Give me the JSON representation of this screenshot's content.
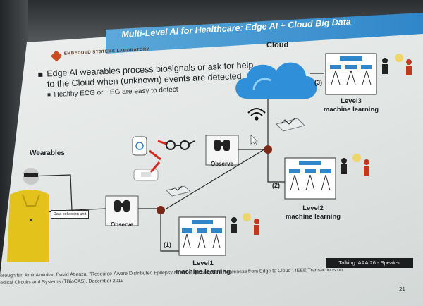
{
  "slide": {
    "title": "Multi-Level AI for Healthcare: Edge AI + Cloud Big Data",
    "logo_text": "EMBEDDED SYSTEMS LABORATORY",
    "bullet_main_line1": "Edge AI wearables process biosignals or ask for help",
    "bullet_main_line2": "to the Cloud when (unknown) events are detected",
    "bullet_sub": "Healthy ECG or EEG are easy to detect",
    "cloud_label": "Cloud",
    "wearables_label": "Wearables",
    "data_collection_label": "Data collection unit",
    "observe_label_1": "Observe",
    "observe_label_2": "Observe",
    "level1": {
      "num": "(1)",
      "line1": "Level1",
      "line2": "machine learning"
    },
    "level2": {
      "num": "(2)",
      "line1": "Level2",
      "line2": "machine learning"
    },
    "level3": {
      "num": "(3)",
      "line1": "Level3",
      "line2": "machine learning"
    },
    "talking_badge": "Talking: AAAI26 - Speaker",
    "footer_line1": "oroughifar, Amir Aminifar, David Atienza, \"Resource-Aware Distributed Epilepsy Monitoring Using Self-Awareness from Edge to Cloud\", IEEE Transactions on",
    "footer_line2": "edical Circuits and Systems (TBioCAS), December 2019",
    "page_number": "21"
  },
  "colors": {
    "banner_start": "#6bb4df",
    "banner_end": "#2f86c9",
    "cloud": "#2f8fd8",
    "node": "#7a2a1a",
    "accent_red": "#d02a1e"
  },
  "icons": [
    "cloud-icon",
    "wifi-icon",
    "binoculars-icon",
    "watch-icon",
    "glasses-icon",
    "patch-icon",
    "tree-diagram-icon",
    "people-idea-icon",
    "person-figure"
  ]
}
